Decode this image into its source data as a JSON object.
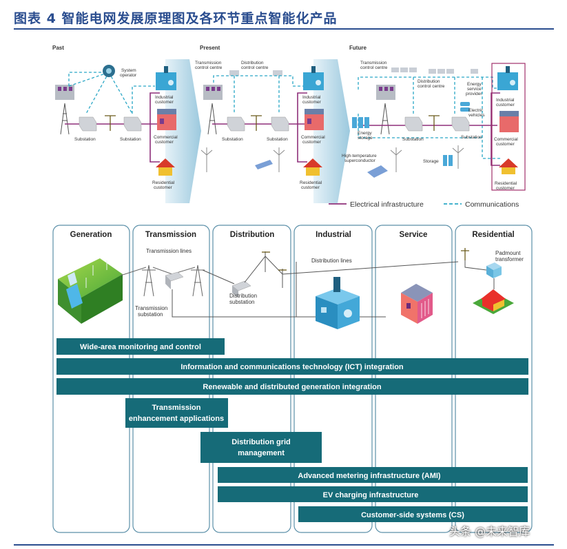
{
  "header": {
    "title": "图表 4   智能电网发展原理图及各环节重点智能化产品"
  },
  "evolution": {
    "eras": [
      "Past",
      "Present",
      "Future"
    ],
    "past": {
      "system_operator": [
        "System",
        "operator"
      ],
      "substation_1": "Substation",
      "substation_2": "Substation",
      "industrial": [
        "Industrial",
        "customer"
      ],
      "commercial": [
        "Commercial",
        "customer"
      ],
      "residential": [
        "Residential",
        "customer"
      ]
    },
    "present": {
      "transmission_cc": [
        "Transmission",
        "control centre"
      ],
      "distribution_cc": [
        "Distribution",
        "control centre"
      ],
      "substation_1": "Substation",
      "substation_2": "Substation",
      "industrial": [
        "Industrial",
        "customer"
      ],
      "commercial": [
        "Commercial",
        "customer"
      ],
      "residential": [
        "Residential",
        "customer"
      ]
    },
    "future": {
      "transmission_cc": [
        "Transmission",
        "control centre"
      ],
      "distribution_cc": [
        "Distribution",
        "control centre"
      ],
      "energy_service": [
        "Energy",
        "service",
        "provider"
      ],
      "electric_vehicles": [
        "Electric",
        "vehicles"
      ],
      "energy_storage": [
        "Energy",
        "storage"
      ],
      "substation_1": "Substation",
      "substation_2": "Substation",
      "storage": "Storage",
      "superconductor": [
        "High-temperature",
        "superconductor"
      ],
      "industrial": [
        "Industrial",
        "customer"
      ],
      "commercial": [
        "Commercial",
        "customer"
      ],
      "residential": [
        "Residential",
        "customer"
      ]
    },
    "legend": {
      "electrical": "Electrical infrastructure",
      "communications": "Communications"
    }
  },
  "value_chain": {
    "columns": [
      "Generation",
      "Transmission",
      "Distribution",
      "Industrial",
      "Service",
      "Residential"
    ],
    "labels": {
      "transmission_lines": "Transmission lines",
      "transmission_substation": [
        "Transmission",
        "substation"
      ],
      "distribution_substation": [
        "Distribution",
        "substation"
      ],
      "distribution_lines": "Distribution lines",
      "padmount": [
        "Padmount",
        "transformer"
      ]
    },
    "bars": [
      {
        "label": [
          "Wide-area monitoring and control"
        ]
      },
      {
        "label": [
          "Information and communications technology (ICT) integration"
        ]
      },
      {
        "label": [
          "Renewable and distributed generation integration"
        ]
      },
      {
        "label": [
          "Transmission",
          "enhancement applications"
        ]
      },
      {
        "label": [
          "Distribution grid",
          "management"
        ]
      },
      {
        "label": [
          "Advanced metering infrastructure (AMI)"
        ]
      },
      {
        "label": [
          "EV charging infrastructure"
        ]
      },
      {
        "label": [
          "Customer-side systems (CS)"
        ]
      }
    ]
  },
  "colors": {
    "title": "#2a4d8f",
    "bar": "#166b78",
    "electrical": "#8e2f7a",
    "communications": "#2aa7c6",
    "column_border": "#5a8fa8"
  },
  "watermark": "头条 @未来智库"
}
